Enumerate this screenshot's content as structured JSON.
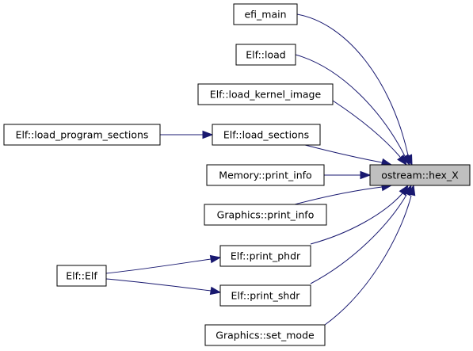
{
  "diagram": {
    "type": "doxygen-caller-graph",
    "focus_node": "ostream_hex_x",
    "nodes": [
      {
        "id": "ostream_hex_x",
        "label": "ostream::hex_X",
        "style": "focus"
      },
      {
        "id": "efi_main",
        "label": "efi_main"
      },
      {
        "id": "elf_load",
        "label": "Elf::load"
      },
      {
        "id": "elf_load_kernel_image",
        "label": "Elf::load_kernel_image"
      },
      {
        "id": "elf_load_sections",
        "label": "Elf::load_sections"
      },
      {
        "id": "elf_load_program_sections",
        "label": "Elf::load_program_sections"
      },
      {
        "id": "memory_print_info",
        "label": "Memory::print_info"
      },
      {
        "id": "graphics_print_info",
        "label": "Graphics::print_info"
      },
      {
        "id": "elf_print_phdr",
        "label": "Elf::print_phdr"
      },
      {
        "id": "elf_elf",
        "label": "Elf::Elf"
      },
      {
        "id": "elf_print_shdr",
        "label": "Elf::print_shdr"
      },
      {
        "id": "graphics_set_mode",
        "label": "Graphics::set_mode"
      }
    ],
    "edges": [
      {
        "from": "efi_main",
        "to": "ostream_hex_x"
      },
      {
        "from": "elf_load",
        "to": "ostream_hex_x"
      },
      {
        "from": "elf_load_kernel_image",
        "to": "ostream_hex_x"
      },
      {
        "from": "elf_load_sections",
        "to": "ostream_hex_x"
      },
      {
        "from": "memory_print_info",
        "to": "ostream_hex_x"
      },
      {
        "from": "graphics_print_info",
        "to": "ostream_hex_x"
      },
      {
        "from": "elf_print_phdr",
        "to": "ostream_hex_x"
      },
      {
        "from": "elf_print_shdr",
        "to": "ostream_hex_x"
      },
      {
        "from": "graphics_set_mode",
        "to": "ostream_hex_x"
      },
      {
        "from": "elf_load_program_sections",
        "to": "elf_load_sections"
      },
      {
        "from": "elf_elf",
        "to": "elf_print_phdr"
      },
      {
        "from": "elf_elf",
        "to": "elf_print_shdr"
      }
    ],
    "colors": {
      "edge": "#191970",
      "node_border": "#000000",
      "node_fill": "#ffffff",
      "focus_fill": "#bfbfbf"
    }
  }
}
